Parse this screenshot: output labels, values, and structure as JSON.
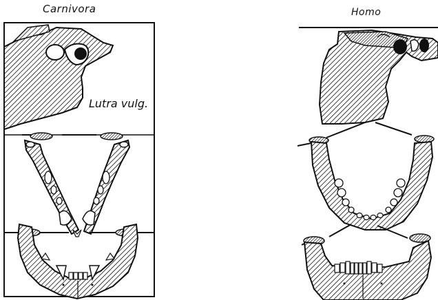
{
  "panels": {
    "left": {
      "title": "Carnivora",
      "specimen_label": "Lutra vulg."
    },
    "right": {
      "title": "Homo"
    }
  },
  "colors": {
    "ink": "#111111",
    "paper": "#ffffff"
  }
}
